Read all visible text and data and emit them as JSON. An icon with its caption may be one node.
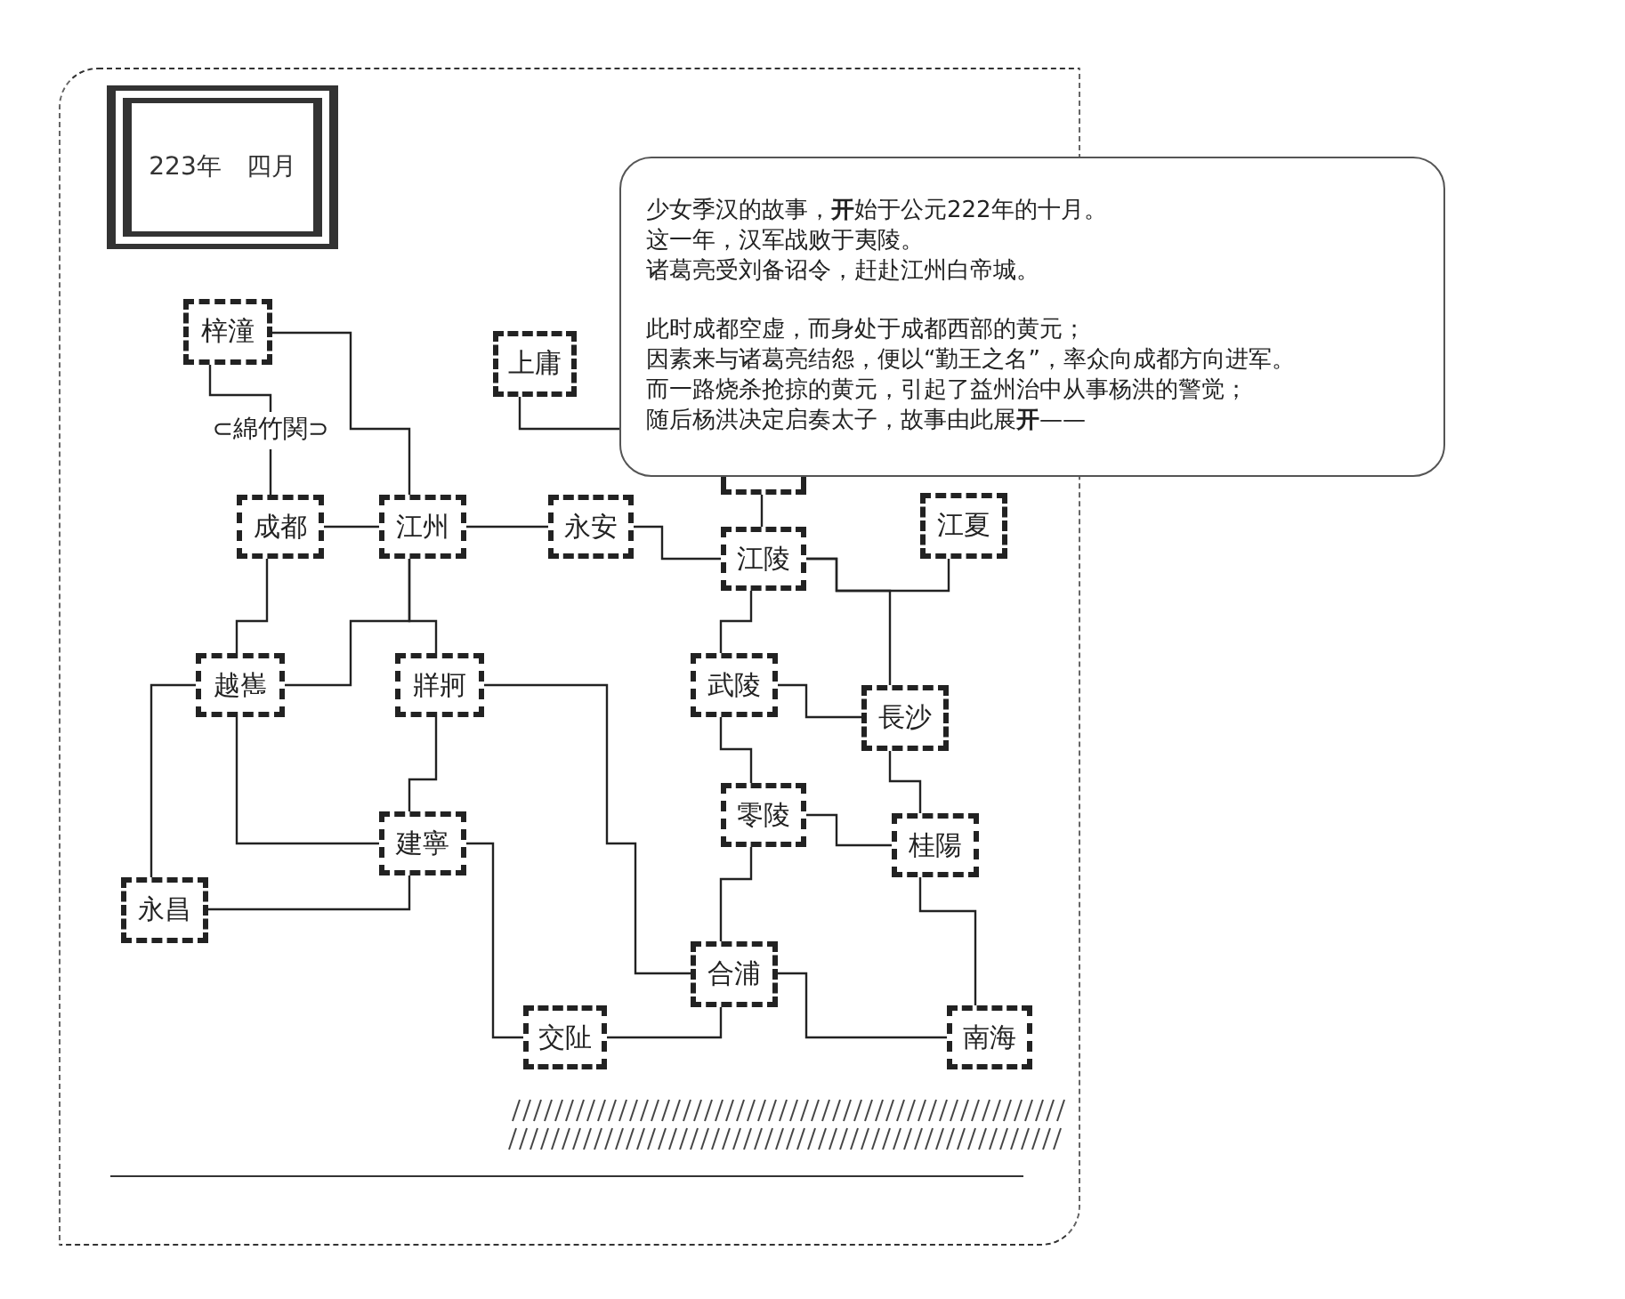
{
  "diagram": {
    "nodes": [
      {
        "text": [
          "223年　四月"
        ]
      },
      {
        "text": [
          "梓潼"
        ]
      },
      {
        "text": [
          "上庸"
        ]
      },
      {
        "text": [],
        "shape": "box"
      },
      {
        "text": [
          "成都"
        ]
      },
      {
        "text": [
          "江州"
        ]
      },
      {
        "text": [
          "永安"
        ]
      },
      {
        "text": [
          "江陵"
        ]
      },
      {
        "text": [
          "江夏"
        ]
      },
      {
        "text": [
          "越嶲"
        ]
      },
      {
        "text": [
          "牂牁"
        ]
      },
      {
        "text": [
          "武陵"
        ]
      },
      {
        "text": [
          "長沙"
        ]
      },
      {
        "text": [
          "建寧"
        ]
      },
      {
        "text": [
          "零陵"
        ]
      },
      {
        "text": [
          "桂陽"
        ]
      },
      {
        "text": [
          "永昌"
        ]
      },
      {
        "text": [
          "合浦"
        ]
      },
      {
        "text": [
          "交阯"
        ]
      },
      {
        "text": [
          "南海"
        ]
      },
      {
        "text": [
          "少女季汉的故事，**开**始于公元222年的十月。",
          "这一年，汉军战败于夷陵。",
          "诸葛亮受刘备诏令，赶赴江州白帝城。",
          "此时成都空虚，而身处于成都西部的黄元；",
          "因素来与诸葛亮结怨，便以“勤王之名”，率众向成都方向进军。",
          "而一路烧杀抢掠的黄元，引起了益州治中从事杨洪的警觉；",
          "随后杨洪决定启奏太子，故事由此展**开**——"
        ]
      }
    ],
    "edges": [
      {
        "from": 1,
        "to": 4,
        "arrow": "none",
        "label": "⊂綿竹関⊃"
      },
      {
        "from": 1,
        "to": 5,
        "arrow": "none"
      },
      {
        "from": 2,
        "to": 20,
        "arrow": "none"
      },
      {
        "from": 3,
        "to": 7,
        "arrow": "none"
      },
      {
        "from": 4,
        "to": 5,
        "arrow": "none"
      },
      {
        "from": 5,
        "to": 6,
        "arrow": "none"
      },
      {
        "from": 6,
        "to": 7,
        "arrow": "none"
      },
      {
        "from": 4,
        "to": 9,
        "arrow": "none"
      },
      {
        "from": 5,
        "to": 9,
        "arrow": "none"
      },
      {
        "from": 5,
        "to": 10,
        "arrow": "none"
      },
      {
        "from": 9,
        "to": 16,
        "arrow": "none"
      },
      {
        "from": 9,
        "to": 13,
        "arrow": "none"
      },
      {
        "from": 10,
        "to": 13,
        "arrow": "none"
      },
      {
        "from": 10,
        "to": 17,
        "arrow": "none"
      },
      {
        "from": 16,
        "to": 13,
        "arrow": "none"
      },
      {
        "from": 13,
        "to": 18,
        "arrow": "none"
      },
      {
        "from": 18,
        "to": 17,
        "arrow": "none"
      },
      {
        "from": 7,
        "to": 8,
        "arrow": "none"
      },
      {
        "from": 7,
        "to": 12,
        "arrow": "none"
      },
      {
        "from": 7,
        "to": 11,
        "arrow": "none"
      },
      {
        "from": 11,
        "to": 12,
        "arrow": "none"
      },
      {
        "from": 11,
        "to": 14,
        "arrow": "none"
      },
      {
        "from": 12,
        "to": 15,
        "arrow": "none"
      },
      {
        "from": 14,
        "to": 15,
        "arrow": "none"
      },
      {
        "from": 14,
        "to": 17,
        "arrow": "none"
      },
      {
        "from": 15,
        "to": 19,
        "arrow": "none"
      },
      {
        "from": 17,
        "to": 19,
        "arrow": "none"
      }
    ]
  }
}
